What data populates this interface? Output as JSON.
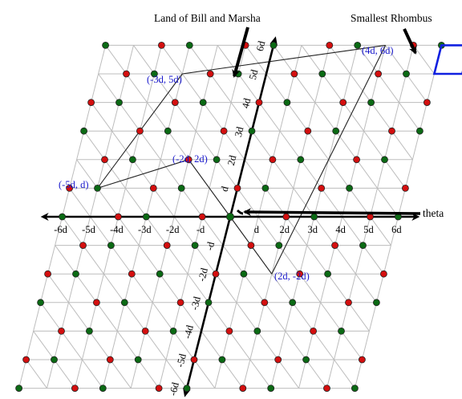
{
  "annotations": {
    "land_label": "Land of Bill and Marsha",
    "rhombus_label": "Smallest Rhombus",
    "theta_label": "theta"
  },
  "x_ticks": [
    "-6d",
    "-5d",
    "-4d",
    "-3d",
    "-2d",
    "-d",
    "d",
    "2d",
    "3d",
    "4d",
    "5d",
    "6d"
  ],
  "y_ticks": [
    "-6d",
    "-5d",
    "-4d",
    "-3d",
    "-2d",
    "-d",
    "d",
    "2d",
    "3d",
    "4d",
    "5d",
    "6d"
  ],
  "points": [
    {
      "label": "(4d, 6d)"
    },
    {
      "label": "(-3d, 5d)"
    },
    {
      "label": "(-2d, 2d)"
    },
    {
      "label": "(-5d, d)"
    },
    {
      "label": "(2d, -2d)"
    }
  ],
  "colors": {
    "grid": "#bdbdbd",
    "green_node": "#0b6a14",
    "red_node": "#d40f0f",
    "label_blue": "#1a1acc",
    "rhombus": "#1020e0",
    "axis": "#000000"
  }
}
